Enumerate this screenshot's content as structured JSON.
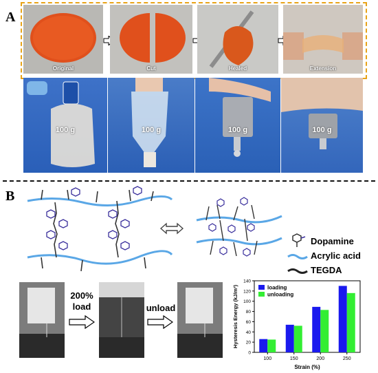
{
  "panel_a": {
    "letter": "A",
    "top_captions": [
      "Original",
      "Cut",
      "Healed",
      "Extension"
    ],
    "weight_label": "100 g"
  },
  "panel_b": {
    "letter": "B",
    "legend": [
      "Dopamine",
      "Acrylic acid",
      "TEGDA"
    ],
    "step_labels": {
      "load_pct": "200%",
      "load": "load",
      "unload": "unload"
    }
  },
  "colors": {
    "gel_orange": "#e0501c",
    "backbone_blue": "#5aa7e6",
    "dopamine_purple": "#3a2f9c",
    "loading": "#1a1aee",
    "unloading": "#33ee33",
    "frame_orange": "#e8a317"
  },
  "chart_data": {
    "type": "bar",
    "categories": [
      "100",
      "150",
      "200",
      "250"
    ],
    "series": [
      {
        "name": "loading",
        "values": [
          26,
          54,
          89,
          130
        ]
      },
      {
        "name": "unloading",
        "values": [
          25,
          52,
          83,
          116
        ]
      }
    ],
    "xlabel": "Strain (%)",
    "ylabel": "Hysteresis Energy (kJ/m³)",
    "ylim": [
      0,
      140
    ],
    "yticks": [
      0,
      20,
      40,
      60,
      80,
      100,
      120,
      140
    ],
    "legend_position": "top-left",
    "grid": false
  }
}
